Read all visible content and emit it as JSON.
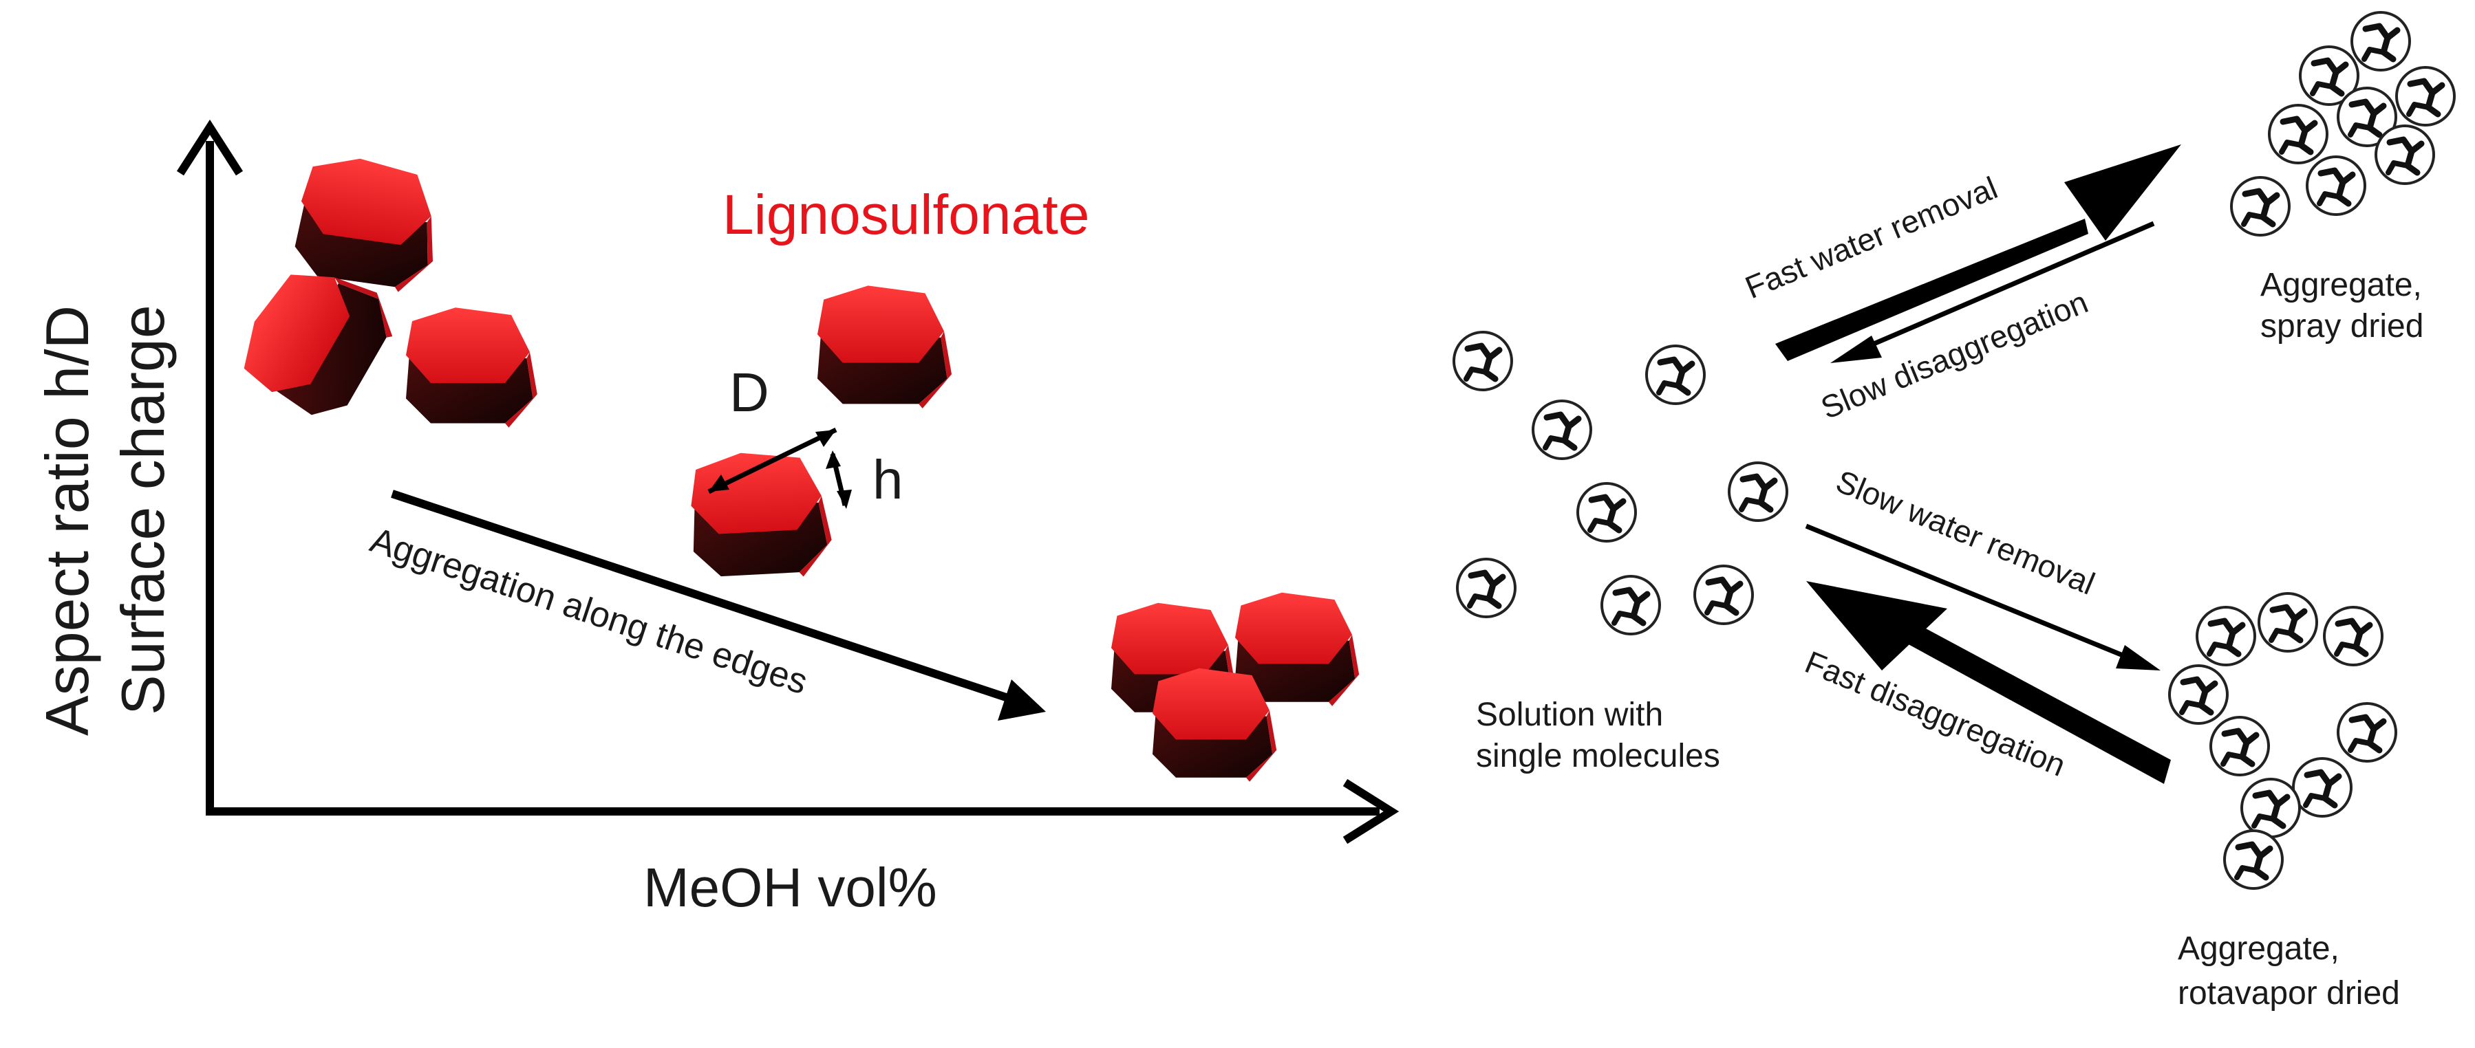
{
  "left_panel": {
    "title": "Lignosulfonate",
    "y_axis_label_line1": "Aspect ratio h/D",
    "y_axis_label_line2": "Surface charge",
    "x_axis_label": "MeOH vol%",
    "trend_arrow_label": "Aggregation along the edges",
    "dimension_D": "D",
    "dimension_h": "h",
    "particle_color": "#e8141b"
  },
  "right_panel": {
    "solution_label_line1": "Solution with",
    "solution_label_line2": "single molecules",
    "fast_water_removal": "Fast water removal",
    "slow_disaggregation": "Slow disaggregation",
    "slow_water_removal": "Slow water removal",
    "fast_disaggregation": "Fast disaggregation",
    "spray_label_line1": "Aggregate,",
    "spray_label_line2": "spray dried",
    "rotavapor_label_line1": "Aggregate,",
    "rotavapor_label_line2": "rotavapor dried"
  },
  "colors": {
    "arrow": "#000000",
    "text": "#1a1a1a",
    "accent_red": "#e8141b"
  }
}
